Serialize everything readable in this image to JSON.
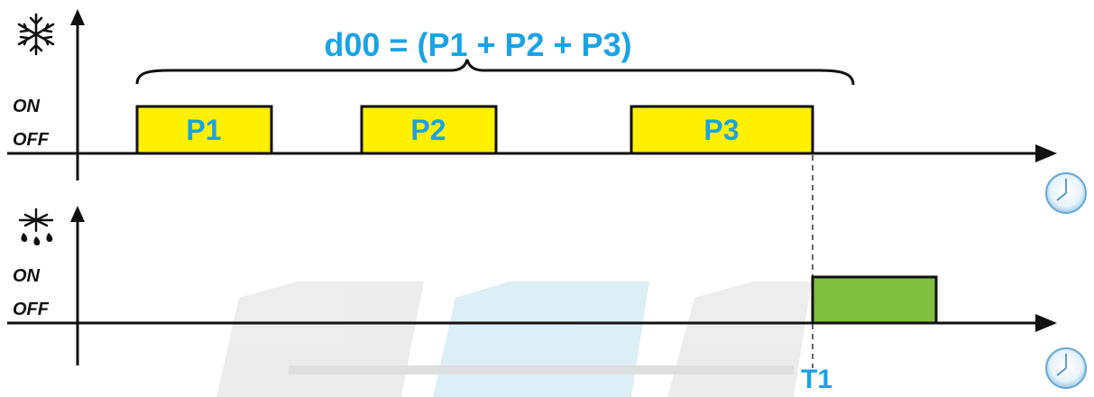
{
  "formula": "d00 = (P1 + P2 + P3)",
  "top_chart": {
    "on_label": "ON",
    "off_label": "OFF",
    "icon": "snowflake-icon",
    "blocks": [
      {
        "label": "P1"
      },
      {
        "label": "P2"
      },
      {
        "label": "P3"
      }
    ]
  },
  "bottom_chart": {
    "on_label": "ON",
    "off_label": "OFF",
    "icon": "defrost-icon",
    "marker": "T1"
  },
  "colors": {
    "block_fill": "#ffef00",
    "defrost_fill": "#80bf3f",
    "text_accent": "#1aa3e6",
    "axis": "#111111"
  },
  "time_icon": "clock-icon"
}
